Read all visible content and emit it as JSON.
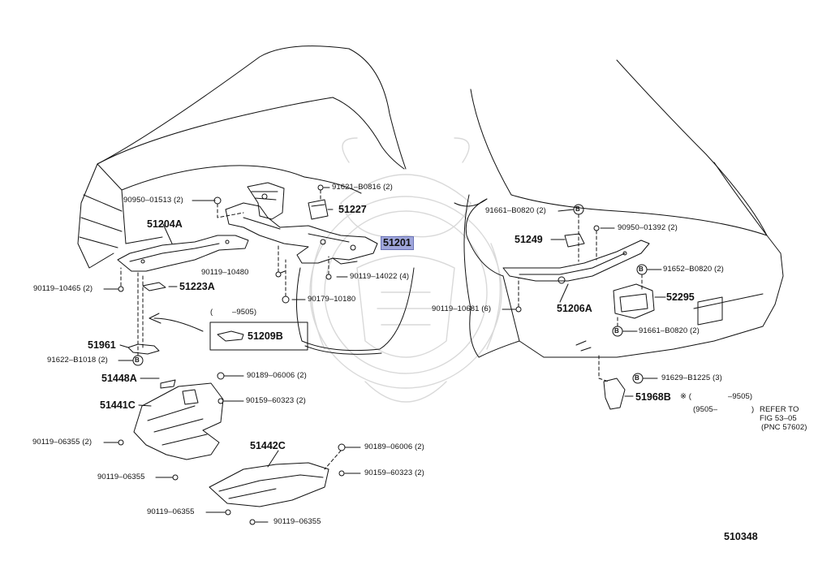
{
  "diagram": {
    "figure_id": "510348",
    "selected_part": "51201",
    "colors": {
      "line": "#111111",
      "highlight": "#9fa6db",
      "watermark": "#d9d9d9"
    },
    "labels": {
      "p90950_01513": "90950–01513 (2)",
      "p51204A": "51204A",
      "p91621_B0816": "91621–B0816 (2)",
      "p51227": "51227",
      "p51201": "51201",
      "p90119_10480": "90119–10480",
      "p90119_14022": "90119–14022 (4)",
      "p90119_10465": "90119–10465 (2)",
      "p51223A": "51223A",
      "p90179_10180": "90179–10180",
      "p9505_open": "(",
      "p9505_val": "–9505)",
      "p51209B": "51209B",
      "p51961": "51961",
      "p91622_B1018": "91622–B1018 (2)",
      "p51448A": "51448A",
      "p90189_06006_a": "90189–06006 (2)",
      "p51441C": "51441C",
      "p90159_60323_a": "90159–60323 (2)",
      "p90119_06355_2": "90119–06355 (2)",
      "p90119_06355_a": "90119–06355",
      "p51442C": "51442C",
      "p90189_06006_b": "90189–06006 (2)",
      "p90159_60323_b": "90159–60323 (2)",
      "p90119_06355_b": "90119–06355",
      "p90119_06355_c": "90119–06355",
      "p91661_B0820_a": "91661–B0820 (2)",
      "p90950_01392": "90950–01392 (2)",
      "p51249": "51249",
      "p91652_B0820": "91652–B0820 (2)",
      "p90119_10681": "90119–10681 (6)",
      "p51206A": "51206A",
      "p52295": "52295",
      "p91661_B0820_b": "91661–B0820 (2)",
      "p91629_B1225": "91629–B1225 (3)",
      "p51968B": "51968B",
      "p_note_mark": "※ (",
      "p_note_9505": "–9505)",
      "p_note_9505_from": "(9505–",
      "p_note_close": ")",
      "p_refer_1": "REFER TO",
      "p_refer_2": "FIG 53–05",
      "p_refer_3": "(PNC 57602)",
      "p_fig": "510348",
      "circle_b": "B"
    }
  }
}
